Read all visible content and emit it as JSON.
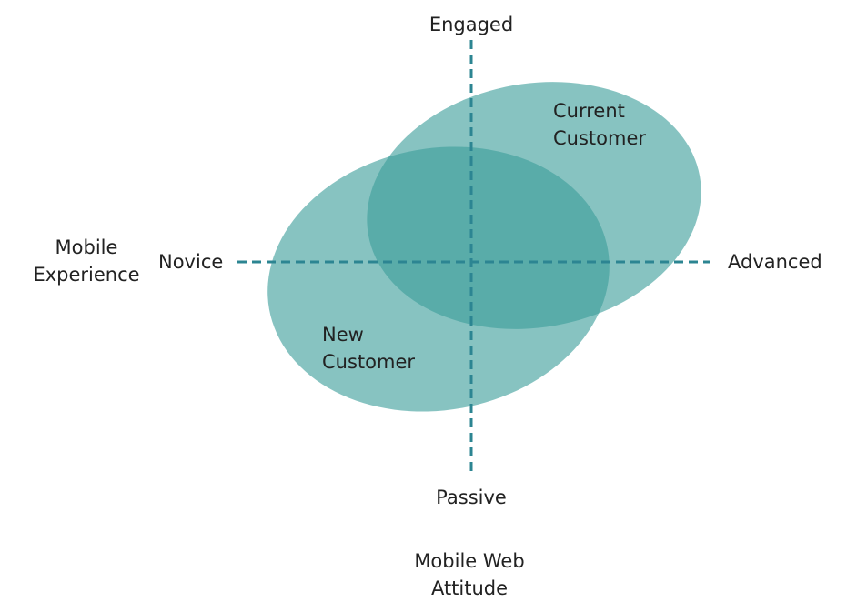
{
  "diagram": {
    "axes": {
      "vertical": {
        "top_label": "Engaged",
        "bottom_label": "Passive",
        "title": "Mobile Web\nAttitude"
      },
      "horizontal": {
        "left_label": "Novice",
        "right_label": "Advanced",
        "title": "Mobile\nExperience"
      }
    },
    "segments": [
      {
        "label": "Current\nCustomer"
      },
      {
        "label": "New\nCustomer"
      }
    ],
    "colors": {
      "axis_line": "#2c8592",
      "ellipse_fill": "#3d9e9b",
      "ellipse_opacity": "0.62",
      "text": "#222222"
    }
  }
}
